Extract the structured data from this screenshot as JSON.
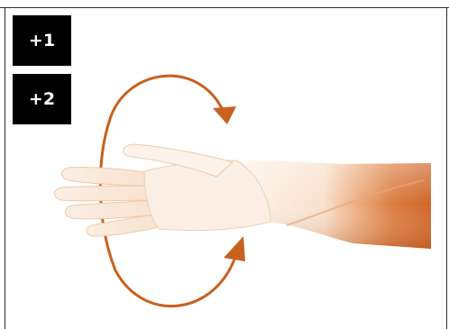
{
  "buttons": [
    {
      "label": "+1"
    },
    {
      "label": "+2"
    }
  ],
  "colors": {
    "arrow": "#c8611e",
    "skin_light": "#fbefe5",
    "skin_dark": "#d46a2a",
    "button_bg": "#000000",
    "button_text": "#ffffff"
  },
  "icons": [
    "rotation-arrow-icon",
    "forearm-hand-illustration"
  ]
}
